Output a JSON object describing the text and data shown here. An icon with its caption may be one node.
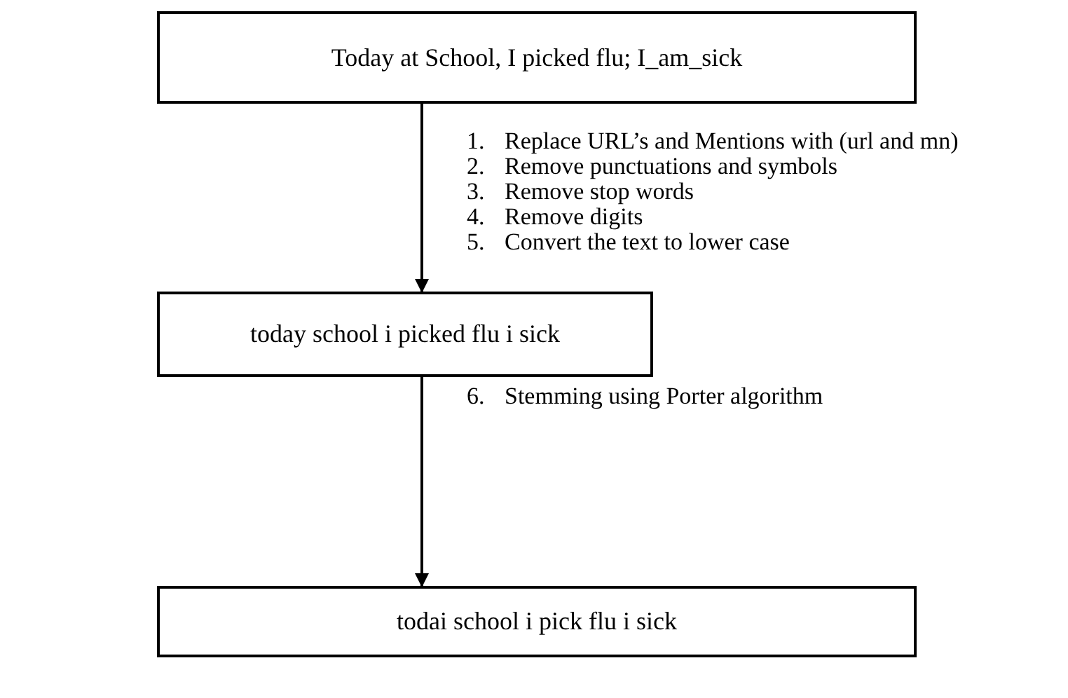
{
  "diagram": {
    "nodes": [
      {
        "text": [
          "Today at School, I picked flu; I_am_sick"
        ]
      },
      {
        "text": [
          "today school i picked flu i sick"
        ]
      },
      {
        "text": [
          "todai school i pick flu i sick"
        ]
      }
    ],
    "edges": [
      {
        "from": 0,
        "to": 1,
        "arrow": "to"
      },
      {
        "from": 1,
        "to": 2,
        "arrow": "to"
      }
    ],
    "labels": [
      "1.",
      "Replace URL’s and Mentions with (url and mn)",
      "2.",
      "Remove punctuations and symbols",
      "3.",
      "Remove stop words",
      "4.",
      "Remove digits",
      "5.",
      "Convert the text to lower case",
      "6.",
      "Stemming using Porter algorithm"
    ]
  }
}
